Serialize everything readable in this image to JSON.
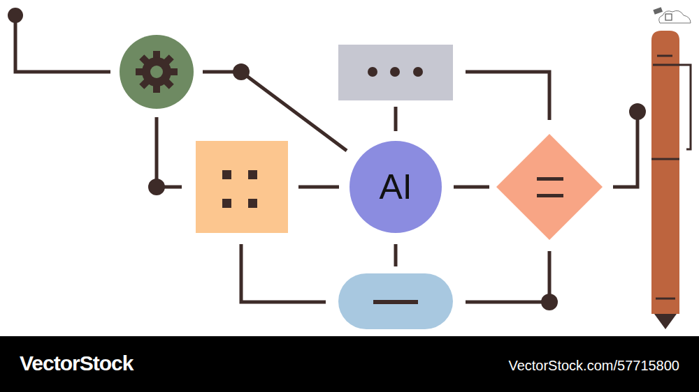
{
  "diagram": {
    "nodes": [
      {
        "text": [
          "AI"
        ]
      }
    ],
    "labels": [
      "VectorStock",
      "VectorStock.com/57715800"
    ]
  }
}
